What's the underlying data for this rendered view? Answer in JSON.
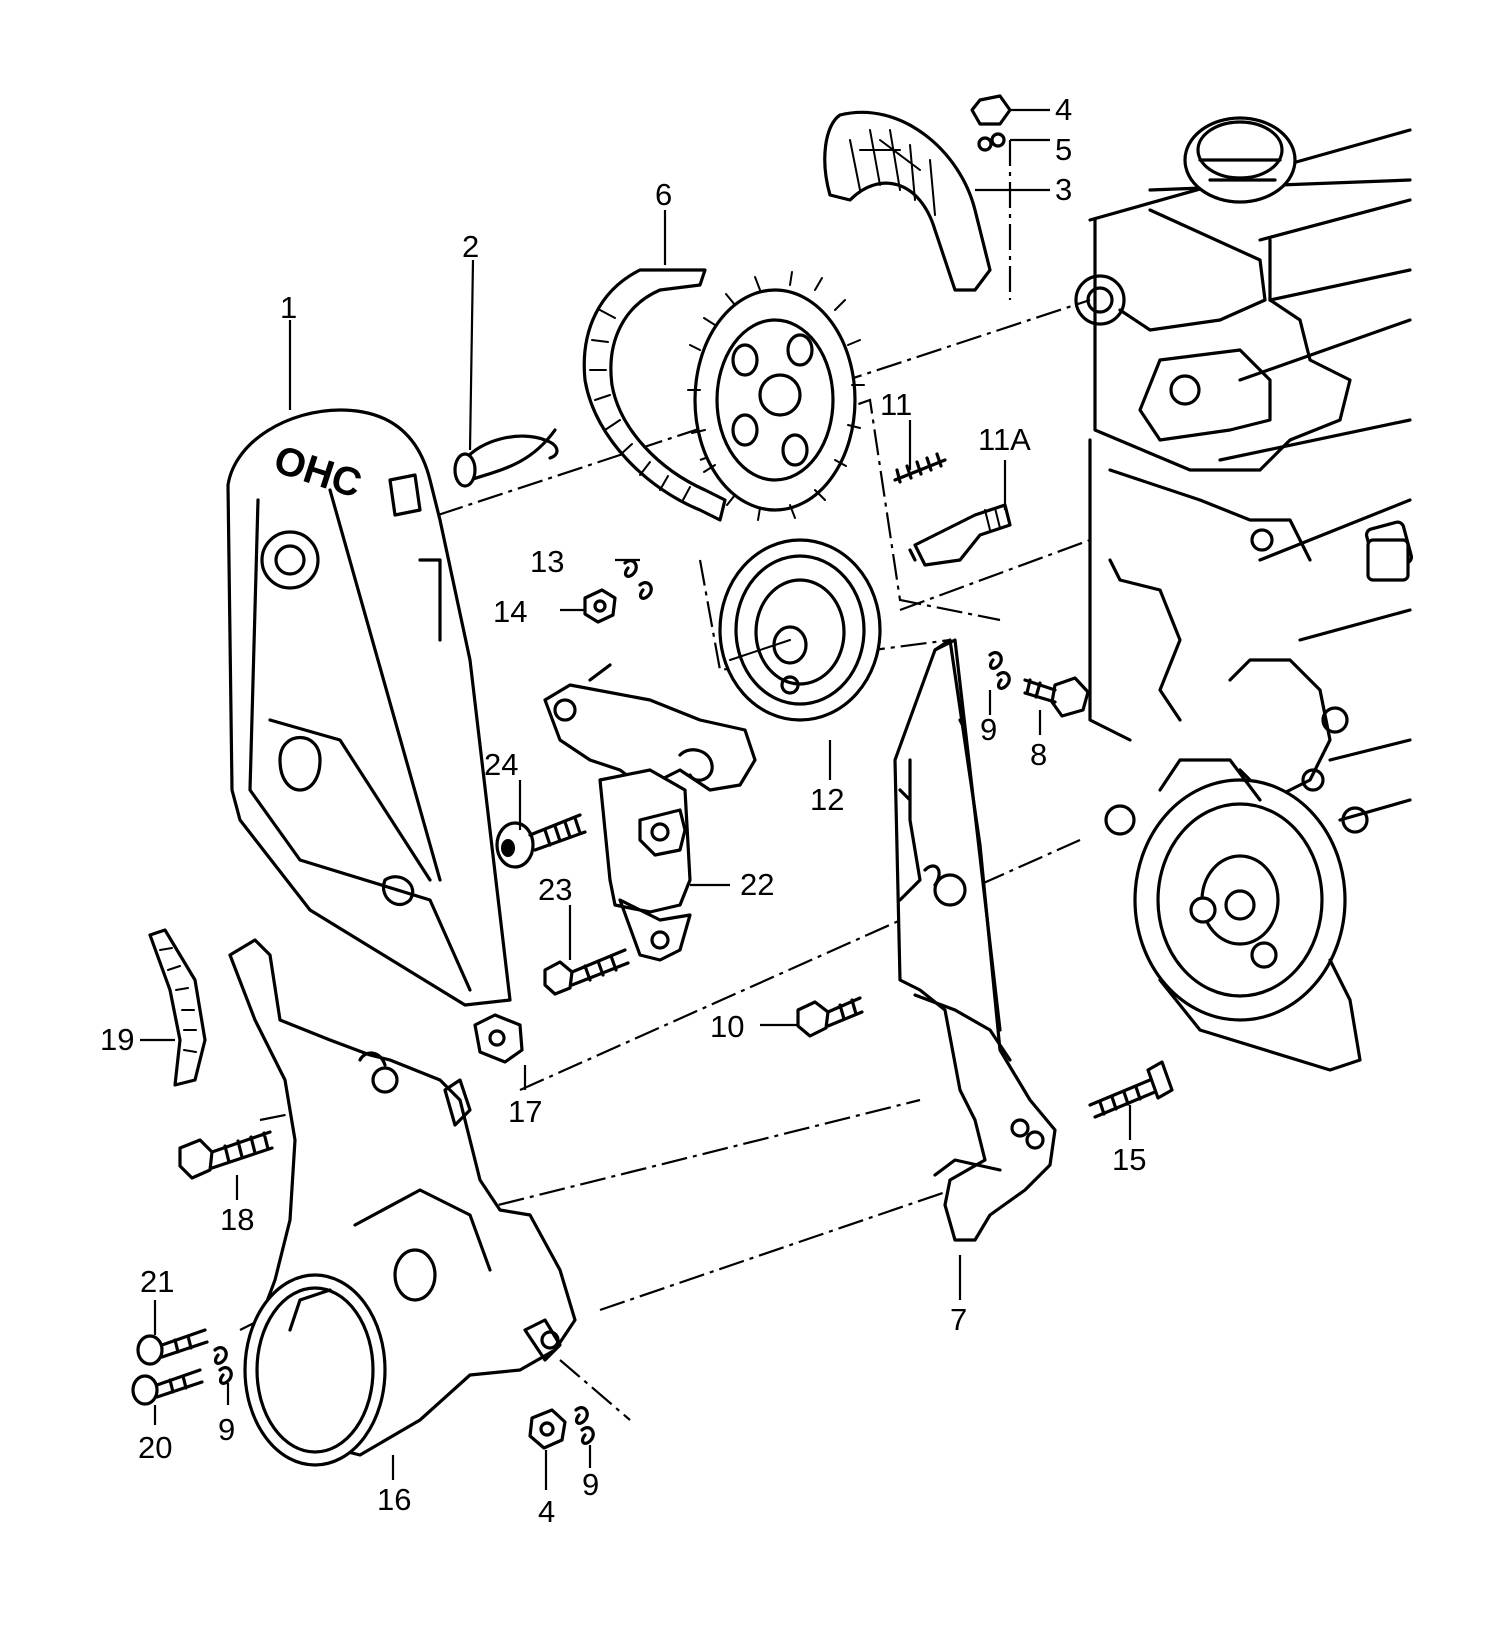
{
  "diagram": {
    "callouts": {
      "c1": "1",
      "c2": "2",
      "c3": "3",
      "c4_top": "4",
      "c4_bottom": "4",
      "c5": "5",
      "c6": "6",
      "c7": "7",
      "c8": "8",
      "c9_right": "9",
      "c9_left": "9",
      "c9_bottom": "9",
      "c10": "10",
      "c11": "11",
      "c11a": "11A",
      "c12": "12",
      "c13": "13",
      "c14": "14",
      "c15": "15",
      "c16": "16",
      "c17": "17",
      "c18": "18",
      "c19": "19",
      "c20": "20",
      "c21": "21",
      "c22": "22",
      "c23": "23",
      "c24": "24"
    },
    "cover_lettering": "OHC"
  }
}
